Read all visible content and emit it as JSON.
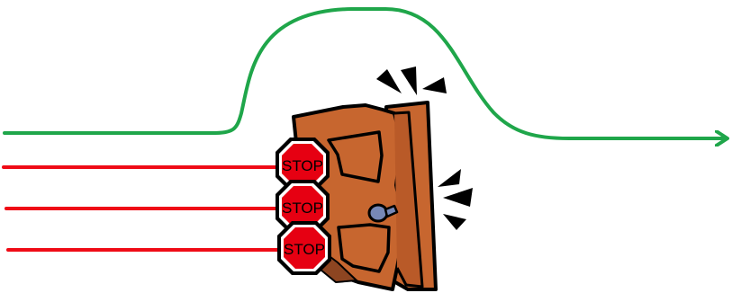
{
  "diagram": {
    "stop_signs": [
      {
        "label": "STOP"
      },
      {
        "label": "STOP"
      },
      {
        "label": "STOP"
      }
    ],
    "colors": {
      "green_path": "#1fa64a",
      "red_lines": "#ef0b16",
      "stop_red": "#e60012",
      "door": "#c7662f",
      "door_shadow": "#8d4521",
      "outline": "#000000",
      "doorknob": "#7788b7"
    },
    "icons": [
      "green-arrow-icon",
      "stop-sign-icon",
      "door-icon",
      "burst-icon"
    ]
  }
}
